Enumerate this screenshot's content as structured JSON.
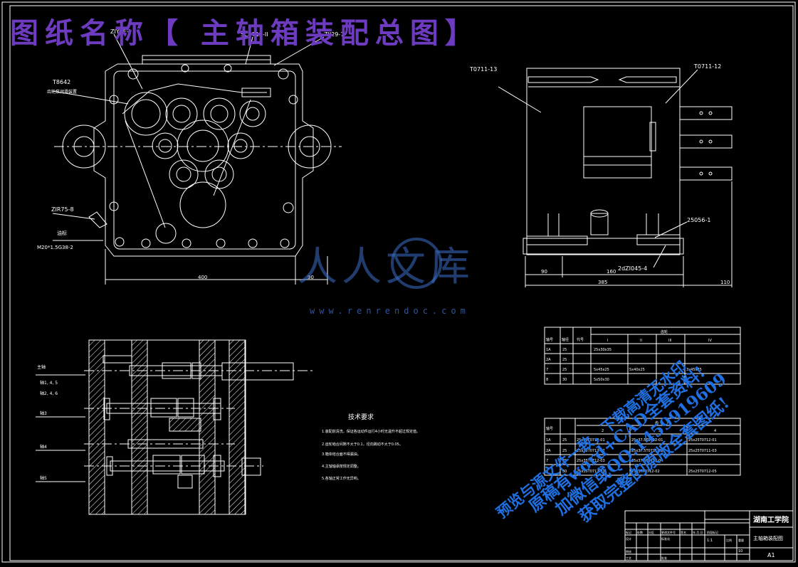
{
  "title": "图纸名称【 主轴箱装配总图】",
  "labels": {
    "front_view": {
      "zi7e1": "ZIY7E-I",
      "sc0712": "SC0712-II",
      "zij29": "ZIJ29-7",
      "t8642": "T8642",
      "t8642_note": "齿轮泵润滑装置",
      "zir75": "ZIR75-8",
      "oil": "油标",
      "m20": "M20*1.5G38-2",
      "dim_400": "400",
      "dim_90": "90"
    },
    "side_view": {
      "t0711_13": "T0711-13",
      "t0711_12": "T0711-12",
      "p25056": "25056-1",
      "p2dzi045": "2dZI045-4",
      "dim_90": "90",
      "dim_160": "160",
      "dim_385": "385",
      "dim_110": "110"
    },
    "section": {
      "main_shaft": "主轴",
      "axis_1": "轴1, 4, 5",
      "axis_2": "轴2, 4, 6",
      "axis_3": "轴3",
      "axis_4": "轴4",
      "axis_5": "轴5"
    }
  },
  "tech_req": {
    "heading": "技术要求",
    "items": [
      "1.装配前清洗，保证各运动件运行4小时无温升不超过规定值。",
      "2.齿轮啮合间隙不大于0.1，径向跳动不大于0.05。",
      "3.箱体结合面不得漏油。",
      "4.主轴轴承按规定调整。",
      "5.各轴正常工作无异响。"
    ]
  },
  "table1": {
    "header": [
      "轴号",
      "轴径",
      "代号",
      "齿轮"
    ],
    "sub_header": [
      "I",
      "II",
      "III",
      "IV"
    ],
    "rows": [
      [
        "1A",
        "25",
        "",
        "25x30x35",
        "",
        "",
        ""
      ],
      [
        "2A",
        "25",
        "",
        "",
        "",
        "",
        ""
      ],
      [
        "7",
        "25",
        "",
        "5x45x25",
        "5x40x25",
        "",
        "3x45x25"
      ],
      [
        "8",
        "30",
        "",
        "5x50x30",
        "",
        "",
        ""
      ]
    ]
  },
  "table2": {
    "header": [
      "轴号",
      "",
      "齿",
      "",
      ""
    ],
    "sub_header": [
      "",
      "",
      "2",
      "3",
      "4"
    ],
    "rows": [
      [
        "1A",
        "25",
        "25x35T0712-01",
        "25x37.5T0712-01",
        "25x25T0712-01"
      ],
      [
        "2A",
        "25",
        "25x35T0712-02",
        "25x37.5T0711-02",
        "25x25T0711-03"
      ],
      [
        "7",
        "25",
        "25x35T0712-03",
        "25x37.5T0712-04",
        ""
      ],
      [
        "8",
        "30",
        "25x35T0712-01",
        "25x37T0712-02",
        "25x25T0712-05"
      ]
    ]
  },
  "title_block": {
    "school": "湖南工学院",
    "drawing_name": "主轴箱装配图",
    "size": "A1",
    "ratio": "1:1",
    "sheet": "10",
    "scale_hdr": "比例",
    "cells": [
      "标记",
      "处数",
      "分区",
      "更改文件号",
      "签名",
      "年.月.日",
      "设计",
      "标准化",
      "阶段标记",
      "重量",
      "审核",
      "工艺",
      "批准"
    ]
  },
  "watermark": {
    "logo": "人人文库",
    "url": "www.renrendoc.com",
    "line1": "预览与源文件一致，下载高清无水印",
    "line2": "原稿有word+CAD全套资料!",
    "line3": "加微信或QQ:1459919609",
    "line4": "获取完整的原版全套图纸!"
  },
  "colors": {
    "title": "#6d3bbf",
    "lines": "#ffffff",
    "watermark": "#1f6fe0"
  }
}
